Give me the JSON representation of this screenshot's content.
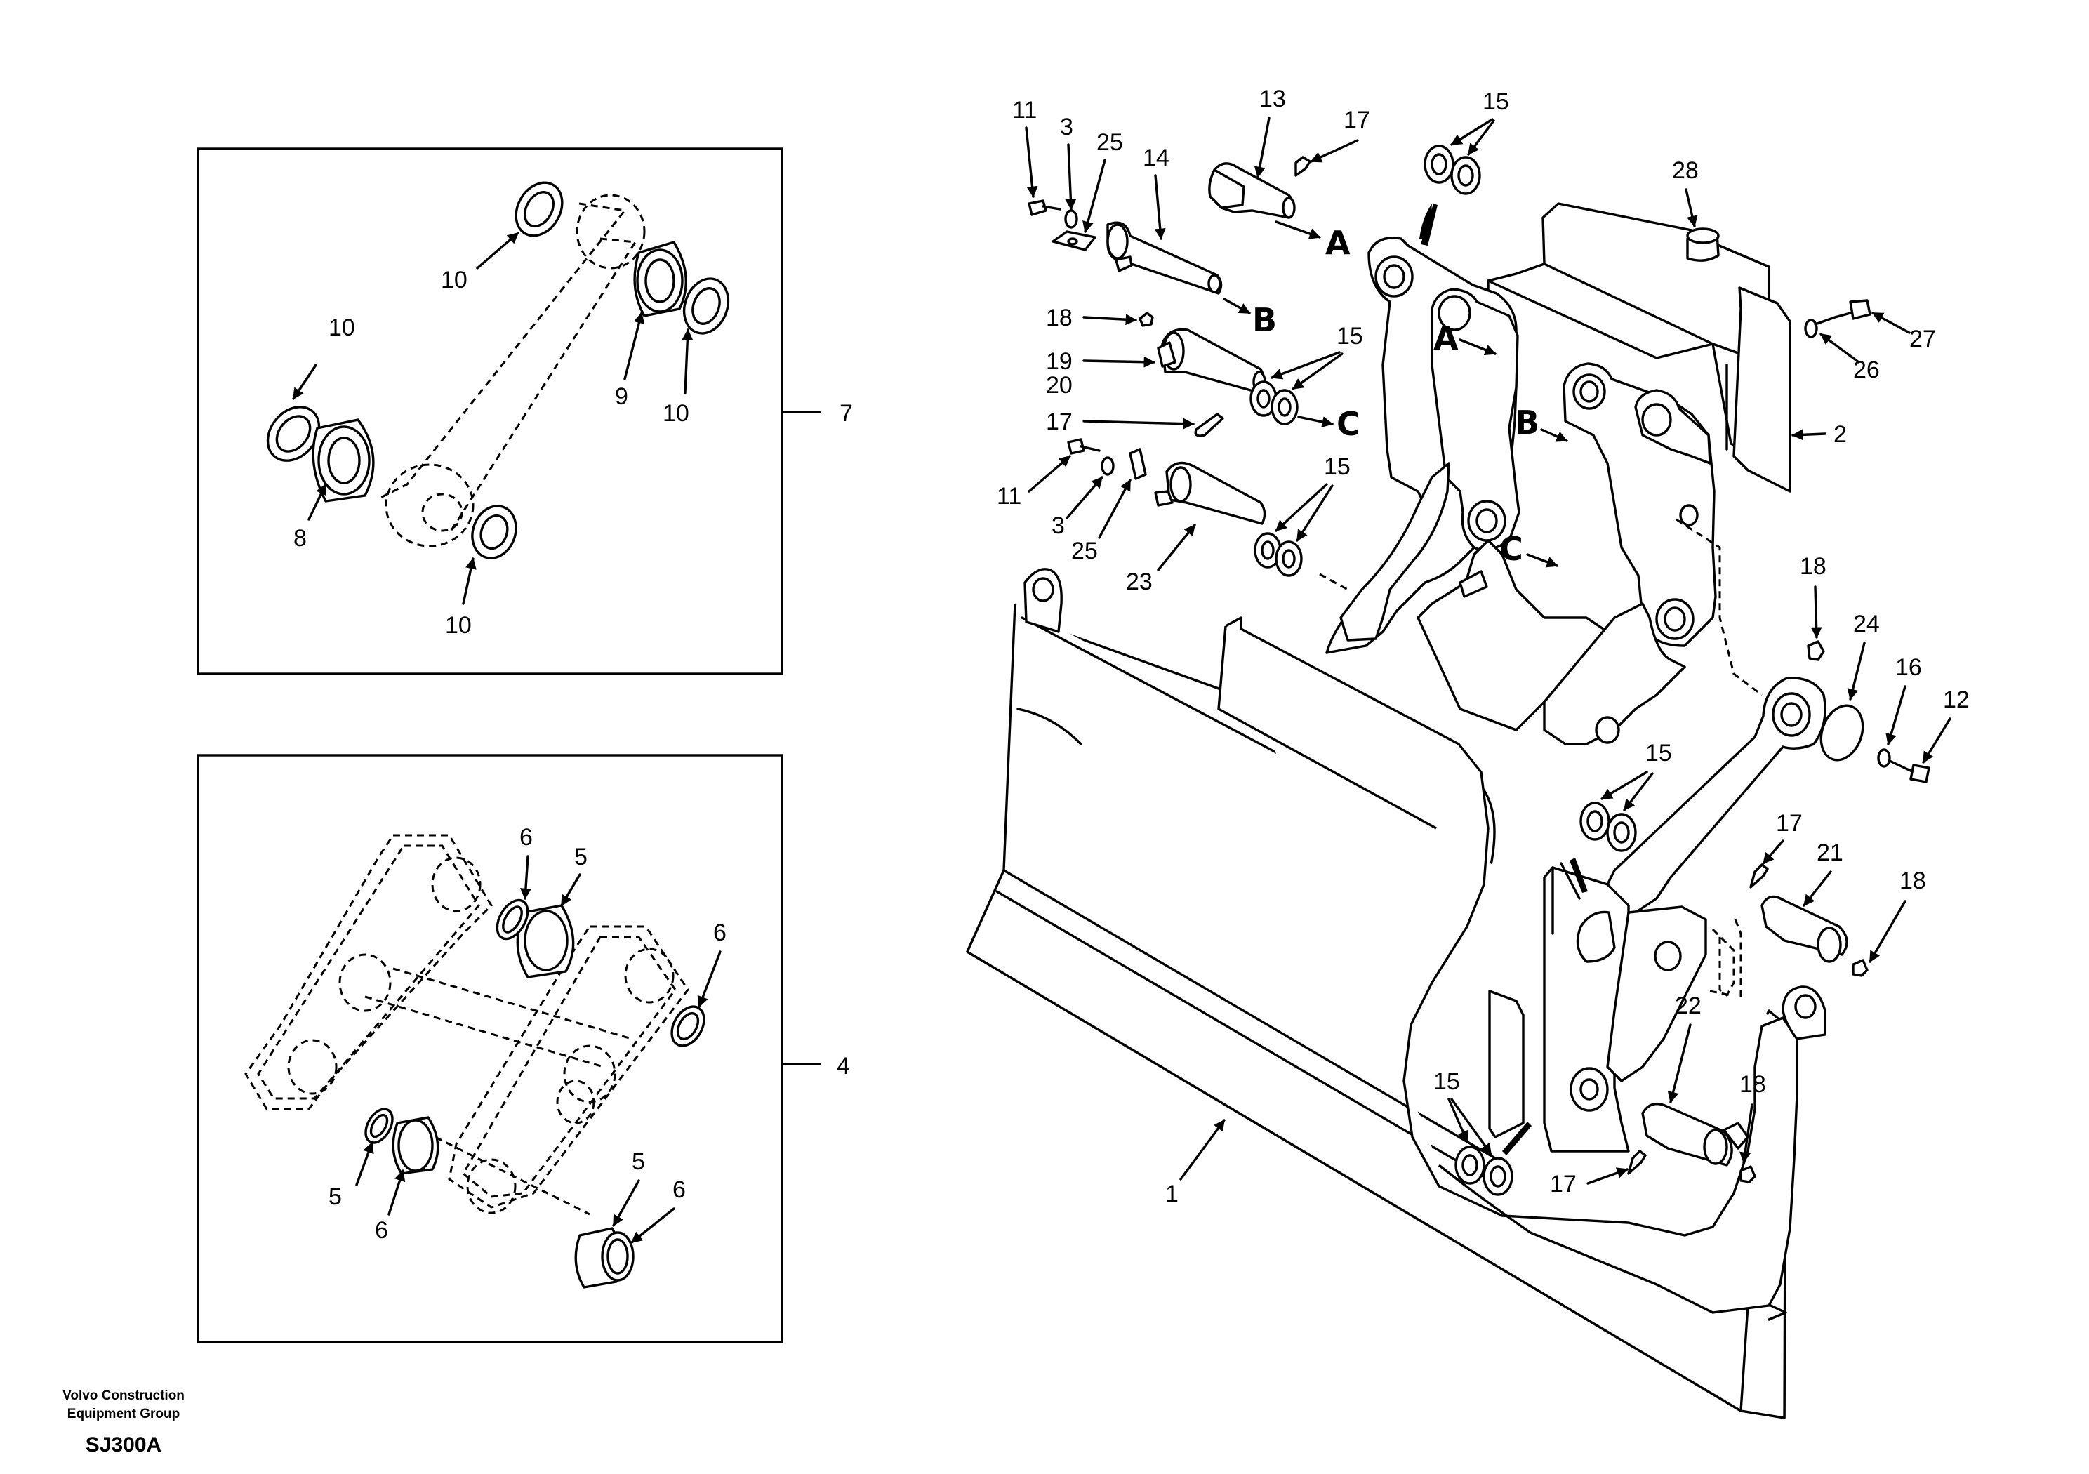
{
  "callouts": {
    "c1": "1",
    "c2": "2",
    "c3a": "3",
    "c3b": "3",
    "c4": "4",
    "c5a": "5",
    "c5b": "5",
    "c5c": "5",
    "c6a": "6",
    "c6b": "6",
    "c6c": "6",
    "c6d": "6",
    "c7": "7",
    "c8": "8",
    "c9": "9",
    "c10a": "10",
    "c10b": "10",
    "c10c": "10",
    "c10d": "10",
    "c11a": "11",
    "c11b": "11",
    "c12": "12",
    "c13": "13",
    "c14": "14",
    "c15a": "15",
    "c15b": "15",
    "c15c": "15",
    "c15d": "15",
    "c15e": "15",
    "c16": "16",
    "c17a": "17",
    "c17b": "17",
    "c17c": "17",
    "c17d": "17",
    "c18a": "18",
    "c18b": "18",
    "c18c": "18",
    "c18d": "18",
    "c19": "19",
    "c20": "20",
    "c21": "21",
    "c22": "22",
    "c23": "23",
    "c24": "24",
    "c25a": "25",
    "c25b": "25",
    "c26": "26",
    "c27": "27",
    "c28": "28"
  },
  "joints": {
    "a1": "A",
    "a2": "A",
    "b1": "B",
    "b2": "B",
    "cc1": "C",
    "cc2": "C"
  },
  "footer": {
    "line1": "Volvo Construction",
    "line2": "Equipment Group",
    "code": "SJ300A"
  }
}
